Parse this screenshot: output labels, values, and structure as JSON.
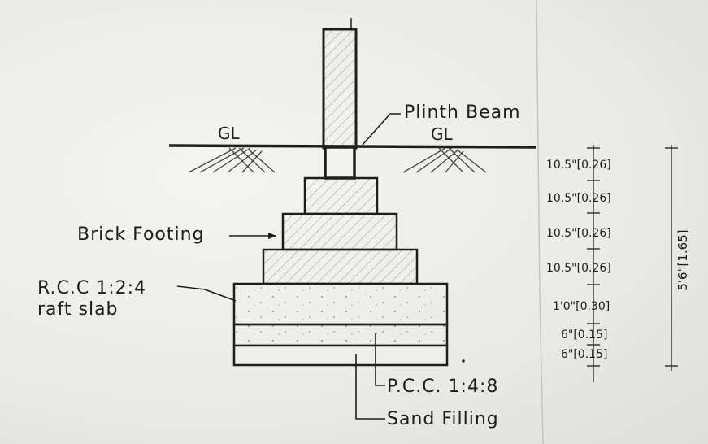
{
  "labels": {
    "plinth_beam": "Plinth Beam",
    "ground_left": "GL",
    "ground_right": "GL",
    "brick_footing": "Brick Footing",
    "rcc_line1": "R.C.C  1:2:4",
    "rcc_line2": "raft  slab",
    "pcc": "P.C.C.  1:4:8",
    "sand": "Sand  Filling"
  },
  "dimensions": [
    "10.5\"[0.26]",
    "10.5\"[0.26]",
    "10.5\"[0.26]",
    "10.5\"[0.26]",
    "1'0\"[0.30]",
    "6\"[0.15]",
    "6\"[0.15]"
  ],
  "total_dimension": "5'6\"[1.65]"
}
